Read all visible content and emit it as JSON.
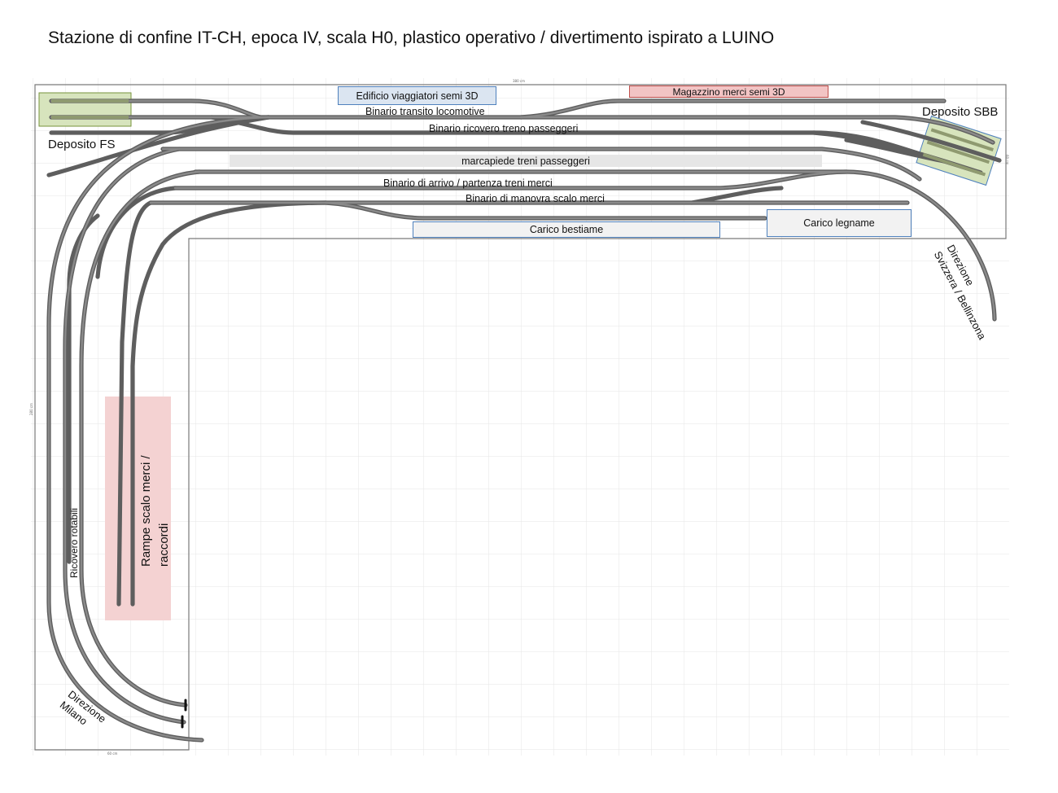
{
  "title": "Stazione di confine IT-CH, epoca IV, scala H0, plastico operativo / divertimento ispirato a  LUINO",
  "buildings": {
    "station_building": "Edificio viaggiatori semi 3D",
    "goods_shed": "Magazzino merci  semi 3D",
    "platform": "marcapiede treni passeggeri",
    "cattle_loading": "Carico bestiame",
    "timber_loading": "Carico legname",
    "ramps": "Rampe scalo merci / raccordi"
  },
  "tracks": {
    "loco_transit": "Binario transito locomotive",
    "coach_storage": "Binario ricovero treno  passeggeri",
    "freight_arr_dep": "Binario di arrivo / partenza treni merci",
    "freight_shunting": "Binario di manovra  scalo merci",
    "rolling_stock": "Ricovero rotabili"
  },
  "depots": {
    "fs": "Deposito FS",
    "sbb": "Deposito SBB"
  },
  "directions": {
    "milano": "Direzione Milano",
    "milano_line1": "Direzione",
    "milano_line2": "Milano",
    "svizzera_line1": "Direzione",
    "svizzera_line2": "Svizzera / Bellinzona"
  },
  "dimensions": {
    "top_width": "380 cm",
    "left_height": "280 cm",
    "bottom_width": "60 cm",
    "right_depth": "60 cm"
  },
  "colors": {
    "track": "#7c7c7c",
    "track_edge": "#5a5a5a",
    "station_fill": "#dbe5f1",
    "station_border": "#4f81bd",
    "goods_fill": "#f2c4c4",
    "goods_border": "#c0504d",
    "platform_fill": "#e6e6e6",
    "depot_fill": "#d6e3bc",
    "depot_border": "#77933c",
    "ramp_fill": "#f4d0d0",
    "grid": "#e4e4e4",
    "board": "#777777"
  }
}
